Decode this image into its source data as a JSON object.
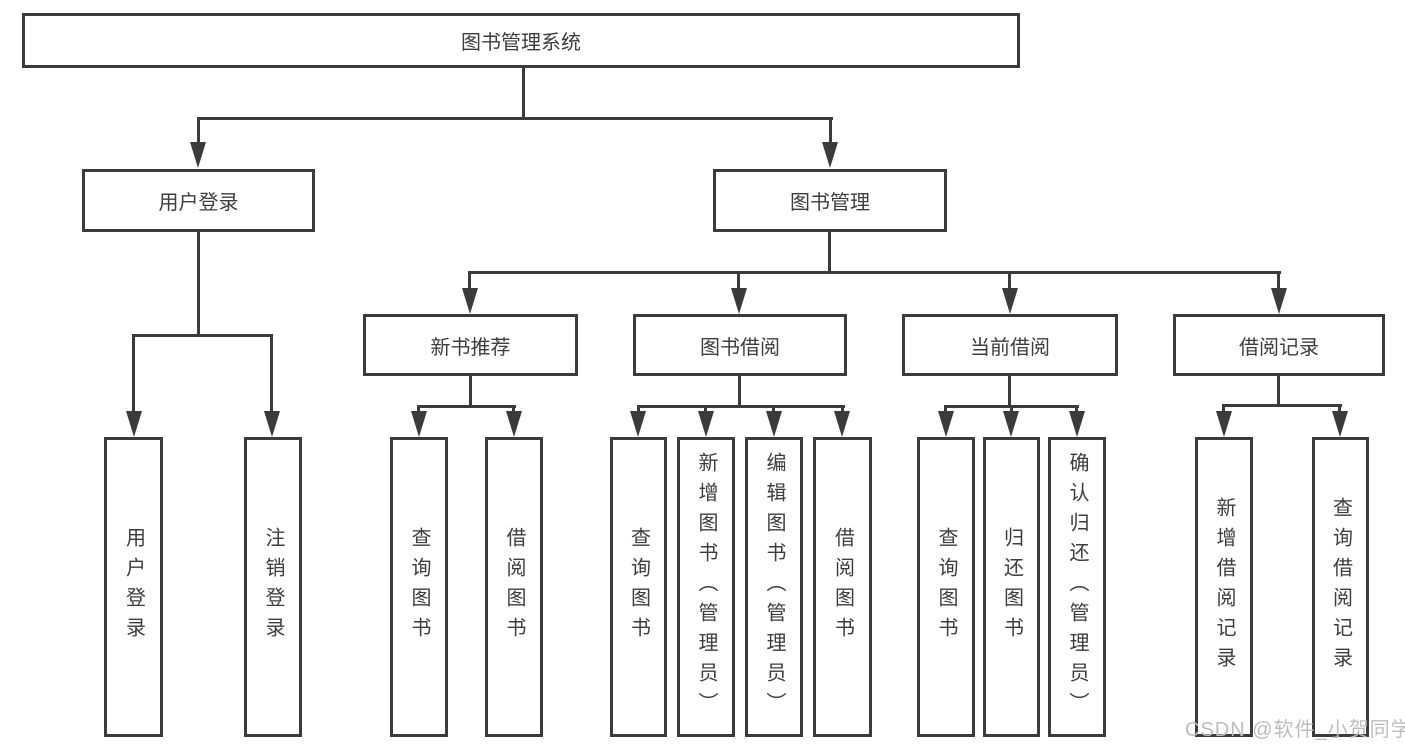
{
  "tree": {
    "root": {
      "label": "图书管理系统"
    },
    "branches": [
      {
        "label": "用户登录",
        "children": [
          {
            "label": "用户登录"
          },
          {
            "label": "注销登录"
          }
        ]
      },
      {
        "label": "图书管理",
        "children": [
          {
            "label": "新书推荐",
            "children": [
              {
                "label": "查询图书"
              },
              {
                "label": "借阅图书"
              }
            ]
          },
          {
            "label": "图书借阅",
            "children": [
              {
                "label": "查询图书"
              },
              {
                "label": "新增图书（管理员）"
              },
              {
                "label": "编辑图书（管理员）"
              },
              {
                "label": "借阅图书"
              }
            ]
          },
          {
            "label": "当前借阅",
            "children": [
              {
                "label": "查询图书"
              },
              {
                "label": "归还图书"
              },
              {
                "label": "确认归还（管理员）"
              }
            ]
          },
          {
            "label": "借阅记录",
            "children": [
              {
                "label": "新增借阅记录"
              },
              {
                "label": "查询借阅记录"
              }
            ]
          }
        ]
      }
    ]
  },
  "watermark": {
    "text": "CSDN @软件_小贺同学"
  },
  "colors": {
    "line": "#3b3b3b",
    "text": "#3d3d3d",
    "watermark": "#bdbdbd",
    "background": "#ffffff"
  }
}
